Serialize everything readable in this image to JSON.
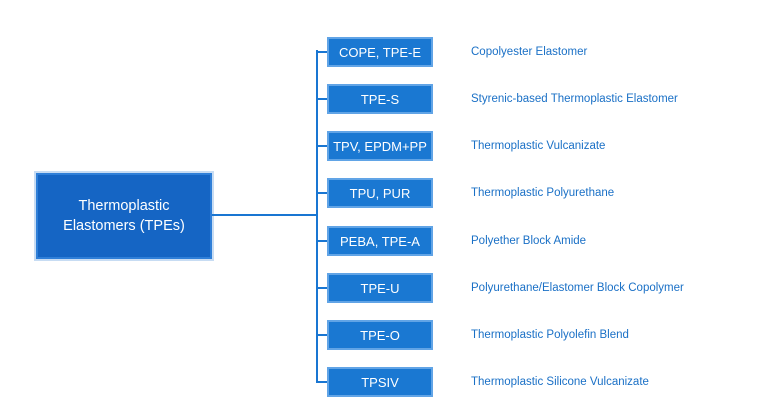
{
  "root": {
    "line1": "Thermoplastic",
    "line2": "Elastomers (TPEs)"
  },
  "branches": [
    {
      "abbr": "COPE, TPE-E",
      "desc": "Copolyester Elastomer"
    },
    {
      "abbr": "TPE-S",
      "desc": "Styrenic-based Thermoplastic Elastomer"
    },
    {
      "abbr": "TPV, EPDM+PP",
      "desc": "Thermoplastic Vulcanizate"
    },
    {
      "abbr": "TPU, PUR",
      "desc": "Thermoplastic Polyurethane"
    },
    {
      "abbr": "PEBA, TPE-A",
      "desc": "Polyether Block Amide"
    },
    {
      "abbr": "TPE-U",
      "desc": "Polyurethane/Elastomer Block Copolymer"
    },
    {
      "abbr": "TPE-O",
      "desc": "Thermoplastic Polyolefin Blend"
    },
    {
      "abbr": "TPSIV",
      "desc": "Thermoplastic Silicone Vulcanizate"
    }
  ],
  "colors": {
    "box_fill": "#1a78d2",
    "root_fill": "#1565c4",
    "line": "#1976d2",
    "text_blue": "#1a70c6"
  }
}
